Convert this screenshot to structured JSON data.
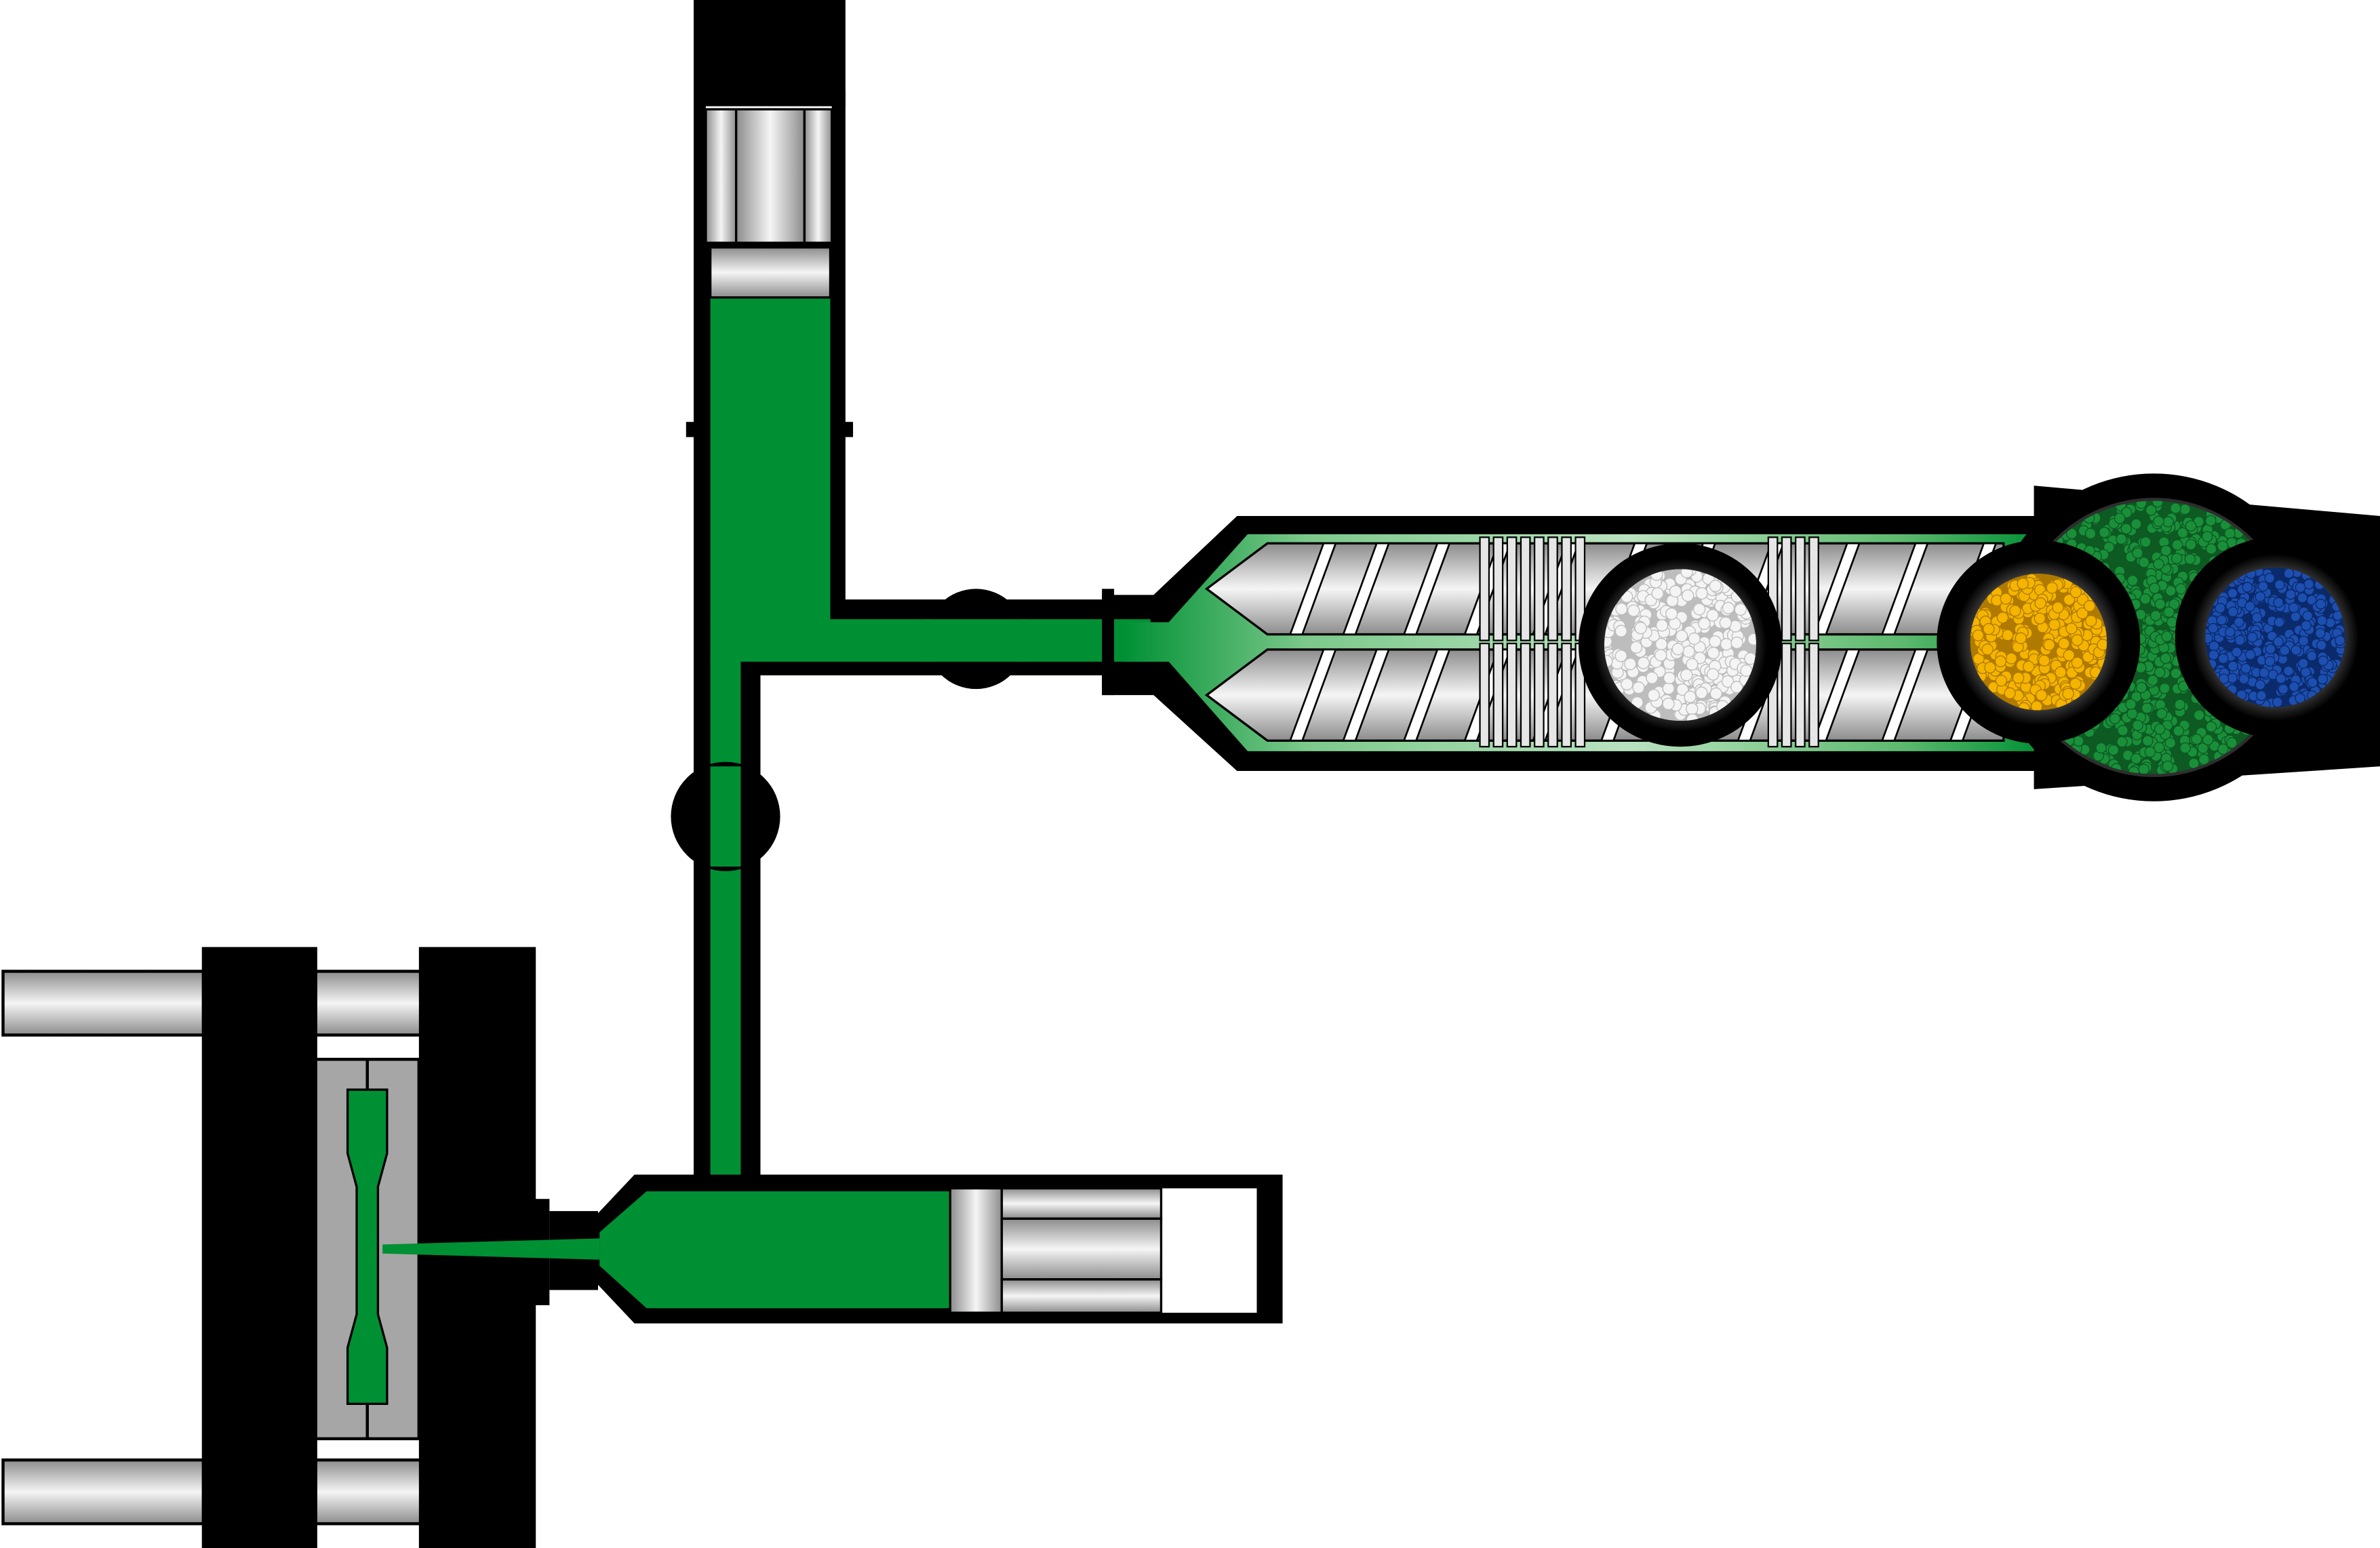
{
  "diagram": {
    "type": "process-schematic",
    "text_labels": [],
    "components": [
      "twin-screw-compounding-extruder",
      "feed-hopper-white-pellets",
      "feed-hopper-yellow-pellets",
      "feed-hopper-blue-pellets",
      "green-melt-channel",
      "check-valve-horizontal",
      "check-valve-vertical",
      "vertical-melt-accumulator-piston",
      "horizontal-injection-piston",
      "injection-nozzle",
      "mold-with-tensile-specimen-cavity",
      "clamping-unit-tie-bars"
    ],
    "colors": {
      "melt": "#009034",
      "melt_light": "#8fcf9a",
      "outline": "#000000",
      "steel_dark": "#9a9a9a",
      "steel_light": "#f2f2f2",
      "mold_gray": "#a6a6a6",
      "pellet_white": "#f4f4f4",
      "pellet_yellow": "#f4b400",
      "pellet_blue": "#1c4fb0",
      "pellet_green": "#1a8f3a"
    }
  }
}
